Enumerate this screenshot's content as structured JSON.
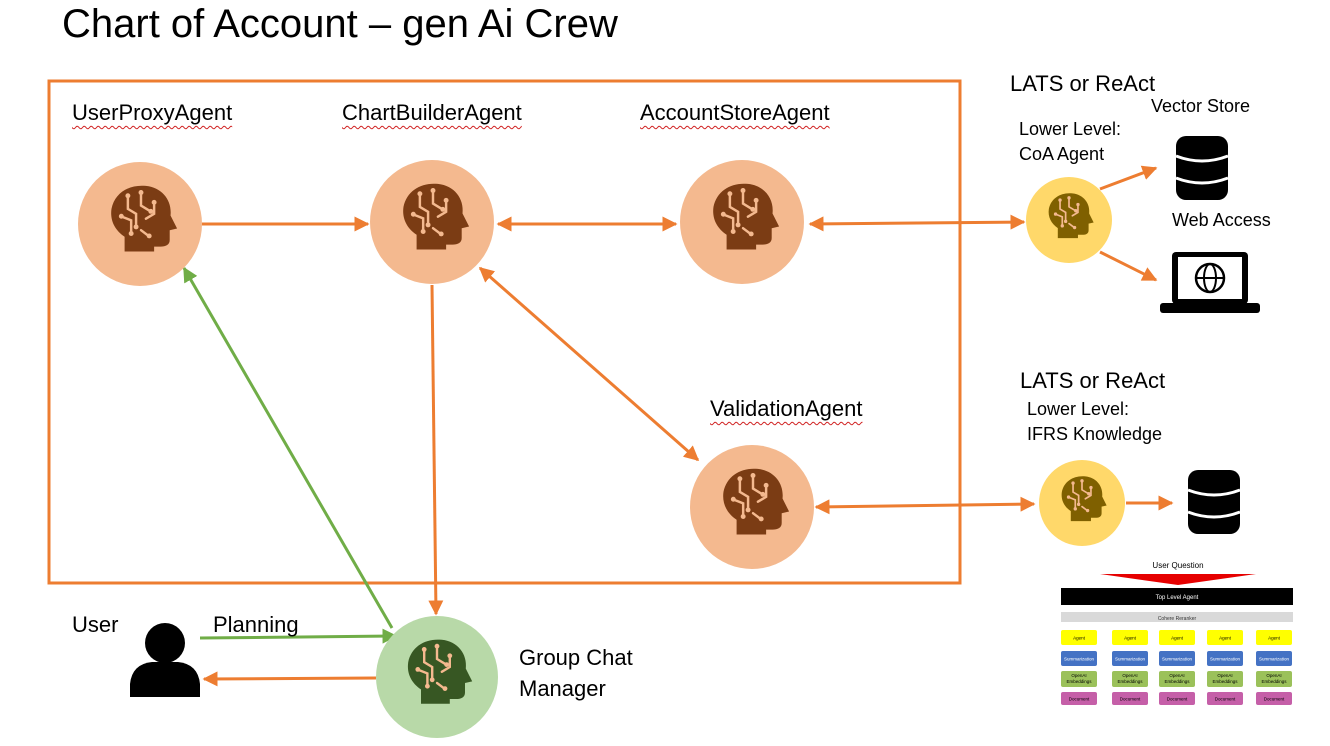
{
  "title": "Chart of Account – gen Ai Crew",
  "agents": {
    "user_proxy": "UserProxyAgent",
    "chart_builder": "ChartBuilderAgent",
    "account_store": "AccountStoreAgent",
    "validation": "ValidationAgent"
  },
  "coa_side": {
    "heading": "LATS or ReAct",
    "level": "Lower Level:",
    "name": "CoA Agent",
    "vector_store": "Vector Store",
    "web_access": "Web Access"
  },
  "ifrs_side": {
    "heading": "LATS or ReAct",
    "level": "Lower Level:",
    "name": "IFRS Knowledge"
  },
  "user": {
    "label": "User",
    "planning": "Planning"
  },
  "manager": {
    "line1": "Group Chat",
    "line2": "Manager"
  },
  "mini_diagram": {
    "user_question": "User Question",
    "top_level": "Top Level Agent",
    "reranker": "Cohere Reranker",
    "cells": {
      "agent": "Agent",
      "summarization": "Summarization",
      "embeddings_1": "OpenAI",
      "embeddings_2": "Embeddings",
      "document": "Document"
    }
  },
  "colors": {
    "orange": "#ed7d31",
    "green": "#70ad47",
    "agent_fill": "#f4b98f",
    "head_brown": "#7b3c14",
    "sub_fill": "#ffd86a",
    "sub_head": "#7f6000",
    "manager_fill": "#b8d9a8",
    "manager_head": "#375723"
  }
}
